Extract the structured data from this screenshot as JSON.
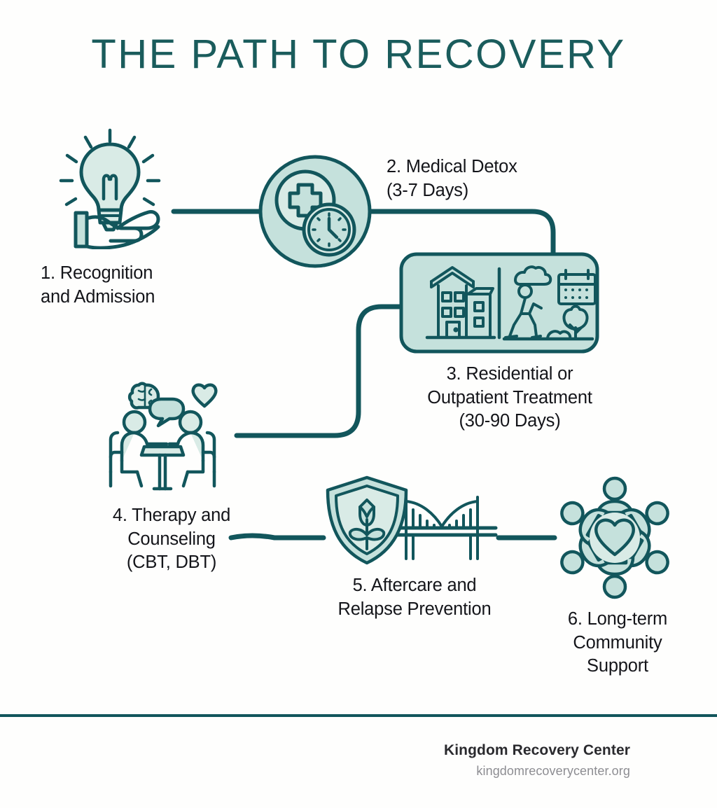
{
  "title": "THE PATH TO RECOVERY",
  "colors": {
    "stroke": "#12565c",
    "fill": "#c5e1dc",
    "fill_light": "#d9ebe6",
    "title": "#1a5c5c",
    "text": "#14151a",
    "background": "#fefefd",
    "footer_url": "#8d8d92"
  },
  "steps": [
    {
      "number": "1",
      "icon": "lightbulb-in-hand-icon",
      "caption_lines": [
        "1. Recognition",
        "and Admission"
      ]
    },
    {
      "number": "2",
      "icon": "medical-cross-clock-icon",
      "caption_lines": [
        "2. Medical Detox",
        "(3-7 Days)"
      ]
    },
    {
      "number": "3",
      "icon": "residential-outpatient-icon",
      "caption_lines": [
        "3. Residential or",
        "Outpatient Treatment",
        "(30-90 Days)"
      ]
    },
    {
      "number": "4",
      "icon": "therapy-session-icon",
      "caption_lines": [
        "4. Therapy and",
        "Counseling",
        "(CBT, DBT)"
      ]
    },
    {
      "number": "5",
      "icon": "shield-flower-bridge-icon",
      "caption_lines": [
        "5. Aftercare and",
        "Relapse Prevention"
      ]
    },
    {
      "number": "6",
      "icon": "community-circle-heart-icon",
      "caption_lines": [
        "6. Long-term",
        "Community",
        "Support"
      ]
    }
  ],
  "footer": {
    "brand": "Kingdom Recovery Center",
    "url": "kingdomrecoverycenter.org"
  }
}
